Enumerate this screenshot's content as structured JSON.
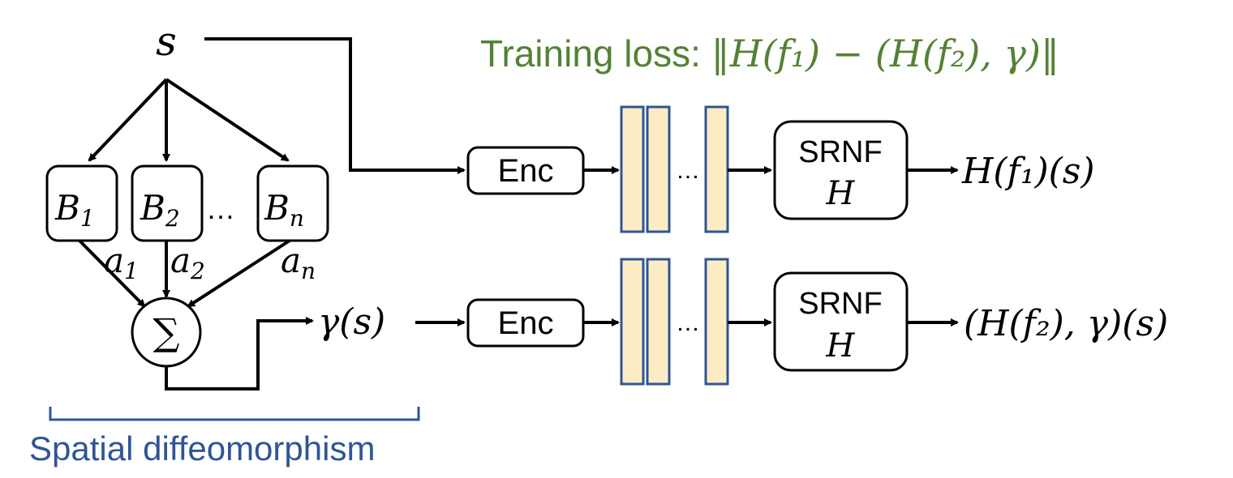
{
  "diagram": {
    "input_symbol": "s",
    "title_prefix": "Training loss: ",
    "title_formula": "‖H(f₁) − (H(f₂), γ)‖",
    "basis": [
      {
        "name": "B",
        "sub": "1",
        "weight": "a",
        "weight_sub": "1"
      },
      {
        "name": "B",
        "sub": "2",
        "weight": "a",
        "weight_sub": "2"
      },
      {
        "name": "B",
        "sub": "n",
        "weight": "a",
        "weight_sub": "n"
      }
    ],
    "basis_ellipsis": "…",
    "sum_symbol": "∑",
    "gamma_output": "γ(s)",
    "encoder_label": "Enc",
    "feature_ellipsis": "…",
    "srnf_label": "SRNF",
    "srnf_symbol": "H",
    "output_top": "H(f₁)(s)",
    "output_bottom": "(H(f₂), γ)(s)",
    "bracket_label": "Spatial diffeomorphism",
    "colors": {
      "title_green": "#548235",
      "bracket_blue": "#2f5597",
      "feature_fill": "#fdecc4",
      "feature_stroke": "#2f5597",
      "line": "#000000"
    }
  }
}
